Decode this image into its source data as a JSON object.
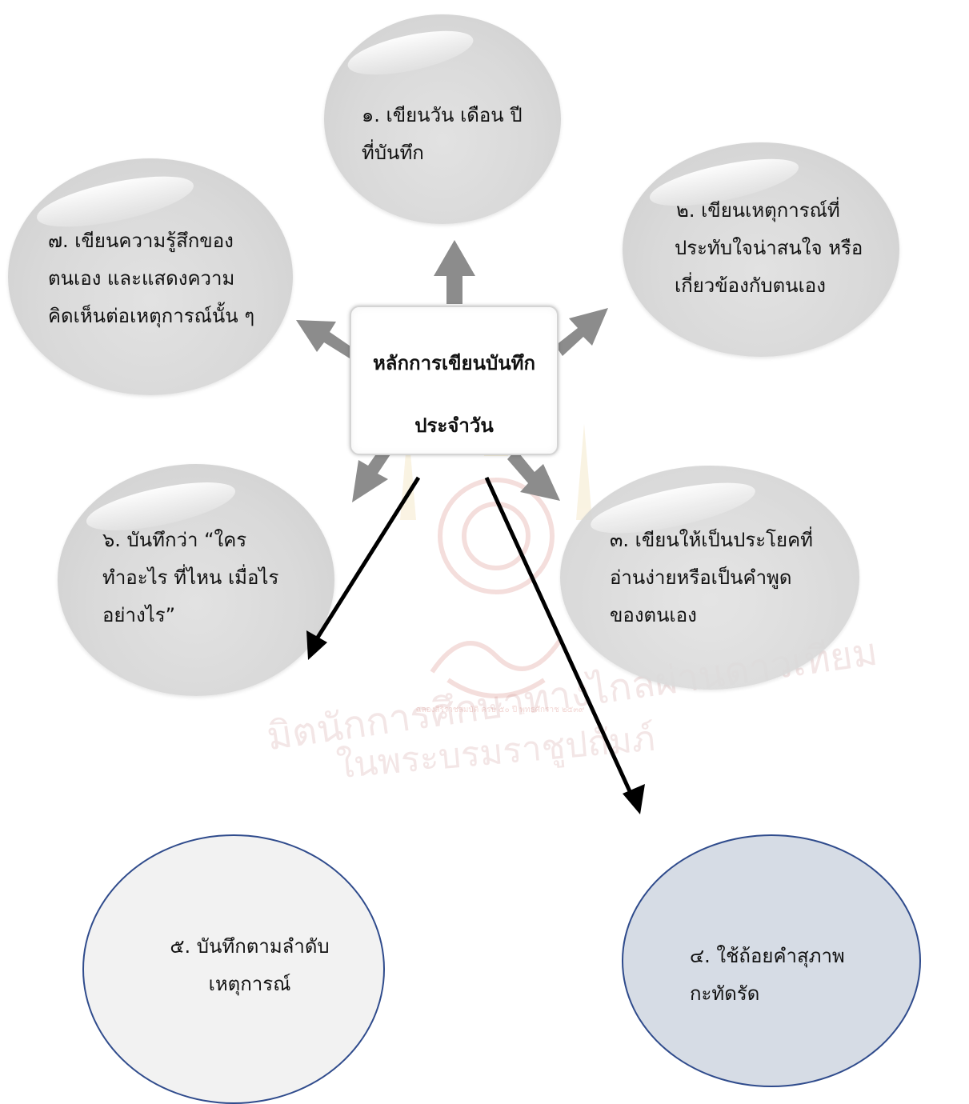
{
  "center": {
    "line1": "หลักการเขียนบันทึก",
    "line2": "ประจำวัน"
  },
  "nodes": {
    "n1": [
      "๑. เขียนวัน เดือน ปี",
      "ที่บันทึก"
    ],
    "n2": [
      "๒. เขียนเหตุการณ์ที่",
      "ประทับใจน่าสนใจ หรือ",
      "เกี่ยวข้องกับตนเอง"
    ],
    "n3": [
      "๓. เขียนให้เป็นประโยคที่",
      "อ่านง่ายหรือเป็นคำพูด",
      "ของตนเอง"
    ],
    "n4": [
      "๔. ใช้ถ้อยคำสุภาพ",
      "กะทัดรัด"
    ],
    "n5": [
      "๕. บันทึกตามลำดับ",
      "เหตุการณ์"
    ],
    "n6": [
      "๖. บันทึกว่า “ใคร",
      "ทำอะไร ที่ไหน เมื่อไร",
      "อย่างไร”"
    ],
    "n7": [
      "๗. เขียนความรู้สึกของ",
      "ตนเอง และแสดงความ",
      "คิดเห็นต่อเหตุการณ์นั้น ๆ"
    ]
  },
  "watermark": {
    "line1": "มิตนักการศึกษาทางไกลผ่านดาวเทียม",
    "line2": "ในพระบรมราชูปถัมภ์",
    "seal": "ฉลองสิริราชสมบัติ ครบ ๕๐ ปี พุทธศักราช ๒๕๓๙"
  },
  "colors": {
    "bubble": "#d9d9d9",
    "arrow_gray": "#8c8c8c",
    "arrow_black": "#000000",
    "ellipse_border": "#2f4b8c",
    "n4_fill": "#d6dce5",
    "n5_fill": "#f2f2f2"
  }
}
